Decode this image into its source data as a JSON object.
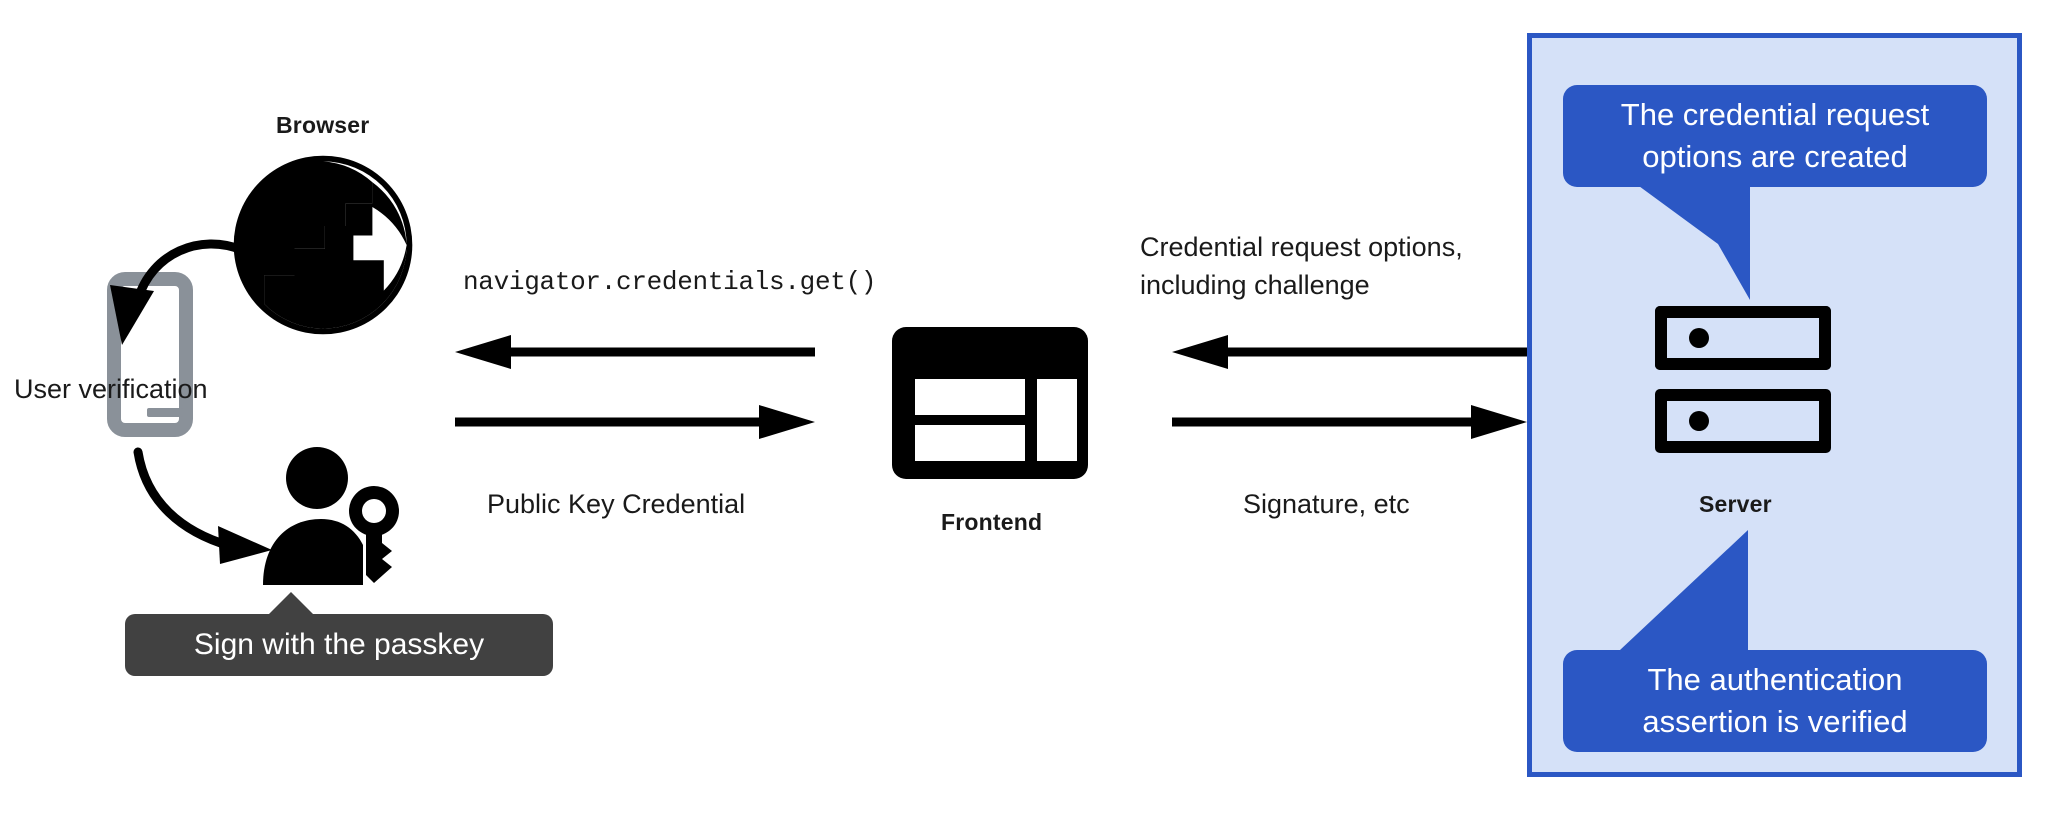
{
  "diagram": {
    "title_present": false,
    "colors": {
      "accent_blue": "#2b57c4",
      "panel_blue": "#d5e1f8",
      "tooltip_gray": "#414141",
      "phone_gray": "#8a9199",
      "ink": "#000000",
      "page_background": "#ffffff"
    }
  },
  "browser": {
    "label": "Browser",
    "icon": "globe-icon"
  },
  "user_verification": {
    "label": "User verification",
    "phone_icon": "smartphone-icon",
    "arrow_in": "curved-arrow-browser-to-phone",
    "arrow_out": "curved-arrow-phone-to-user"
  },
  "user": {
    "icon": "person-with-key-icon",
    "tooltip": "Sign with the passkey"
  },
  "frontend": {
    "label": "Frontend",
    "icon": "web-layout-icon"
  },
  "server": {
    "label": "Server",
    "icon": "server-rack-icon",
    "callout_top": "The credential request options are created",
    "callout_bottom": "The authentication assertion is verified"
  },
  "flows": {
    "browser_frontend": {
      "top_label": "navigator.credentials.get()",
      "top_direction": "left",
      "bottom_label": "Public Key Credential",
      "bottom_direction": "right"
    },
    "frontend_server": {
      "top_label_line1": "Credential request options,",
      "top_label_line2": "including challenge",
      "top_direction": "left",
      "bottom_label": "Signature, etc",
      "bottom_direction": "right"
    }
  }
}
